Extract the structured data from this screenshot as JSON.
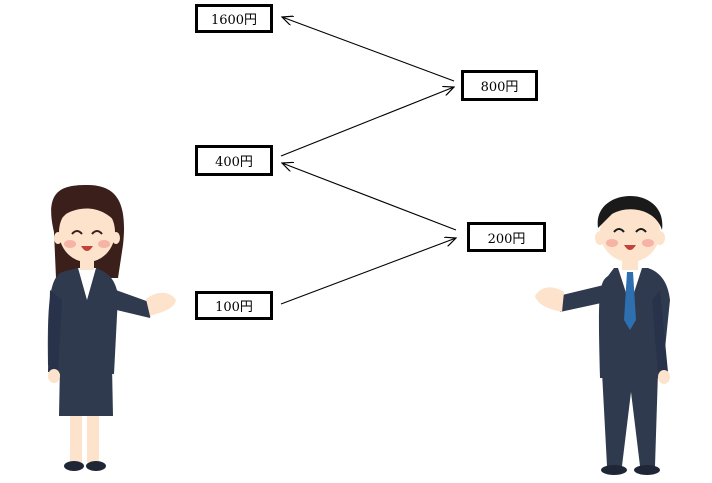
{
  "amounts": [
    {
      "id": "a100",
      "label": "100円"
    },
    {
      "id": "a200",
      "label": "200円"
    },
    {
      "id": "a400",
      "label": "400円"
    },
    {
      "id": "a800",
      "label": "800円"
    },
    {
      "id": "a1600",
      "label": "1600円"
    }
  ],
  "flow_order": [
    "a100",
    "a200",
    "a400",
    "a800",
    "a1600"
  ],
  "colors": {
    "box_border": "#000000",
    "arrow": "#000000",
    "suit": "#2f3a4f",
    "skin": "#fde3cb",
    "hair_woman": "#3b1f1b",
    "hair_man": "#1a1a1a",
    "tie": "#2e6fb0"
  },
  "figures": [
    {
      "role": "woman-presenter",
      "icon": "businesswoman-icon"
    },
    {
      "role": "man-presenter",
      "icon": "businessman-icon"
    }
  ]
}
